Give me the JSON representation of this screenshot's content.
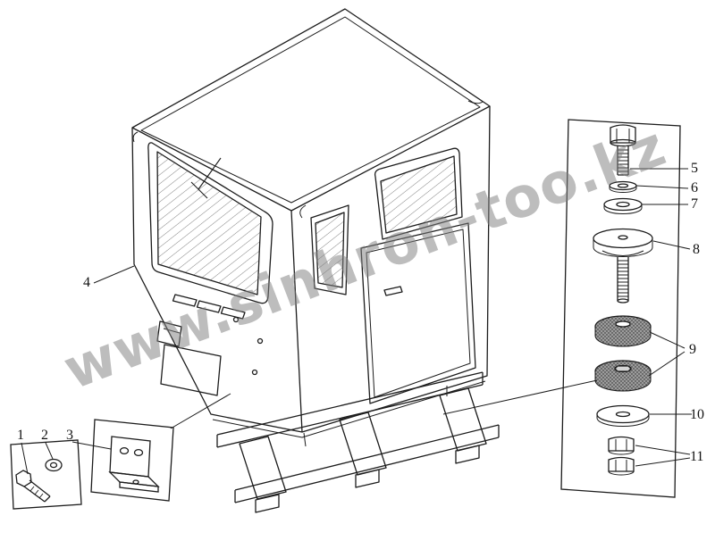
{
  "watermark": {
    "text": "www.sinhron-too.kz"
  },
  "callouts": {
    "c1": "1",
    "c2": "2",
    "c3": "3",
    "c4": "4",
    "c5": "5",
    "c6": "6",
    "c7": "7",
    "c8": "8",
    "c9": "9",
    "c10": "10",
    "c11": "11"
  }
}
